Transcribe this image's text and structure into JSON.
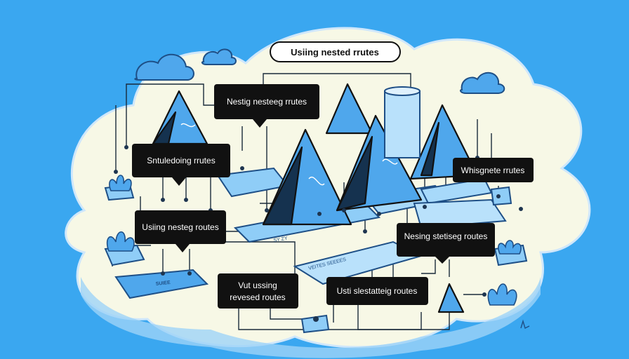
{
  "title": "Usiing nested rrutes",
  "labels": {
    "top_center": "Nestig nesteeg rrutes",
    "left_upper": "Sntuledoing rrutes",
    "right_upper": "Whisgnete rrutes",
    "left_middle": "Usiing nesteg routes",
    "right_middle": "Nesing stetiseg routes",
    "bottom_left_line1": "Vut ussing",
    "bottom_left_line2": "revesed routes",
    "bottom_right": "Usti slestatteig routes"
  },
  "platform_text": {
    "left_tile": "SUIEE",
    "center_slab": "VEITES SEEEES",
    "center_marks": "SY ZY"
  },
  "colors": {
    "background": "#3aa7f0",
    "cloud": "#f7f8e6",
    "mountain": "#4fa7ec",
    "platform": "#8fcdf7",
    "label_bg": "#111111"
  }
}
